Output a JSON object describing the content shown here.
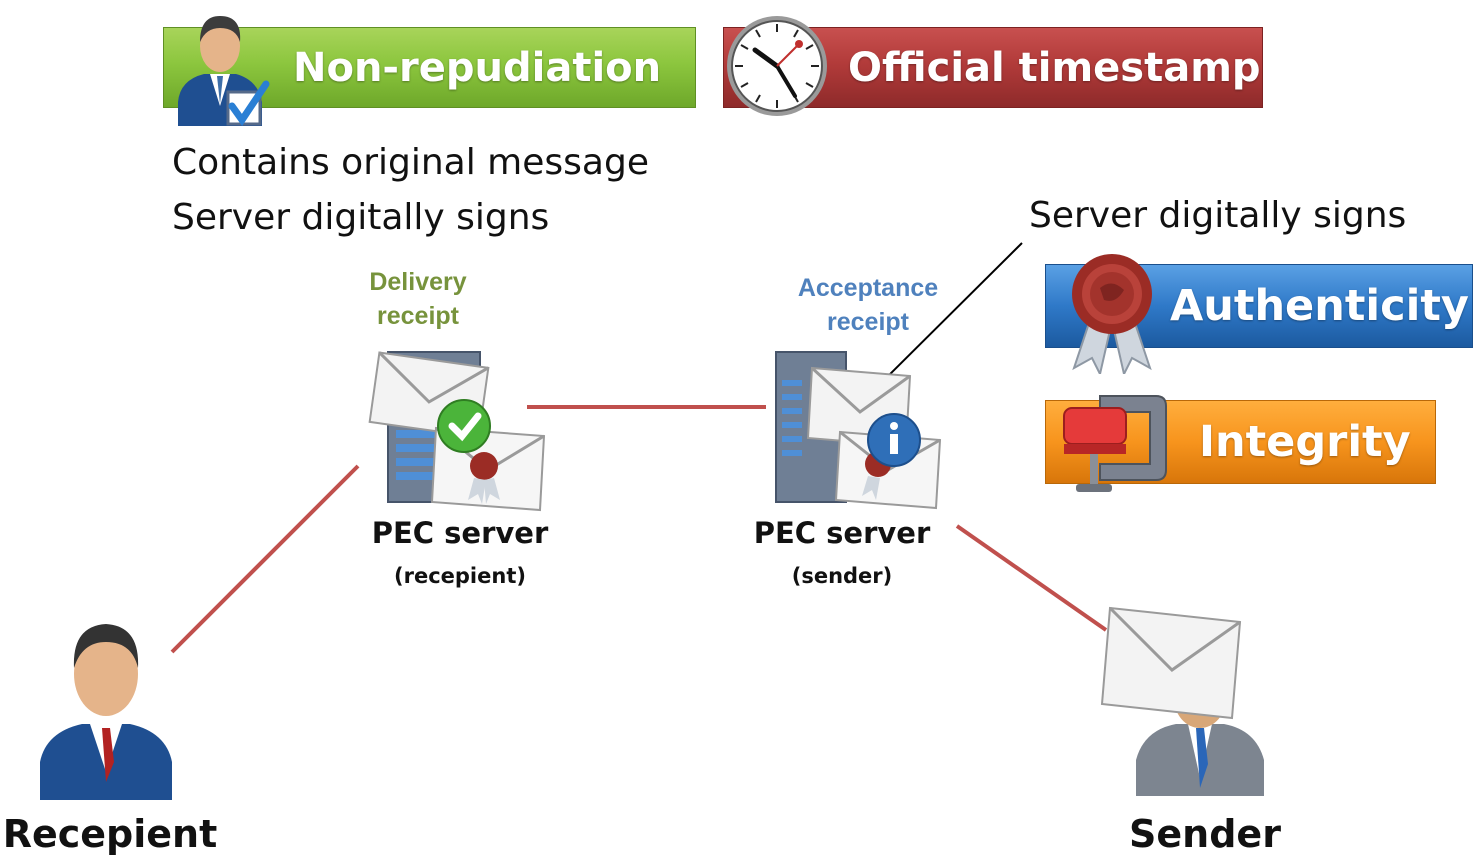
{
  "badges": {
    "non_repudiation": "Non-repudiation",
    "official_timestamp": "Official timestamp",
    "authenticity": "Authenticity",
    "integrity": "Integrity"
  },
  "notes": {
    "contains_original": "Contains original message",
    "server_signs_left": "Server digitally signs",
    "server_signs_right": "Server digitally signs"
  },
  "receipts": {
    "delivery_line1": "Delivery",
    "delivery_line2": "receipt",
    "acceptance_line1": "Acceptance",
    "acceptance_line2": "receipt"
  },
  "servers": {
    "recipient_title": "PEC server",
    "recipient_sub": "(recepient)",
    "sender_title": "PEC server",
    "sender_sub": "(sender)"
  },
  "people": {
    "recipient": "Recepient",
    "sender": "Sender"
  },
  "colors": {
    "connector": "#c0504d",
    "delivery_text": "#77933c",
    "acceptance_text": "#4f81bd",
    "green_badge": "#8cc63e",
    "red_badge": "#b23b3a",
    "blue_badge": "#2f79c8",
    "orange_badge": "#f7941d"
  },
  "icons": [
    "business-person-check-icon",
    "clock-icon",
    "wax-seal-icon",
    "clamp-icon",
    "server-envelope-check-icon",
    "server-envelope-info-icon",
    "recipient-person-icon",
    "sender-person-envelope-icon"
  ]
}
